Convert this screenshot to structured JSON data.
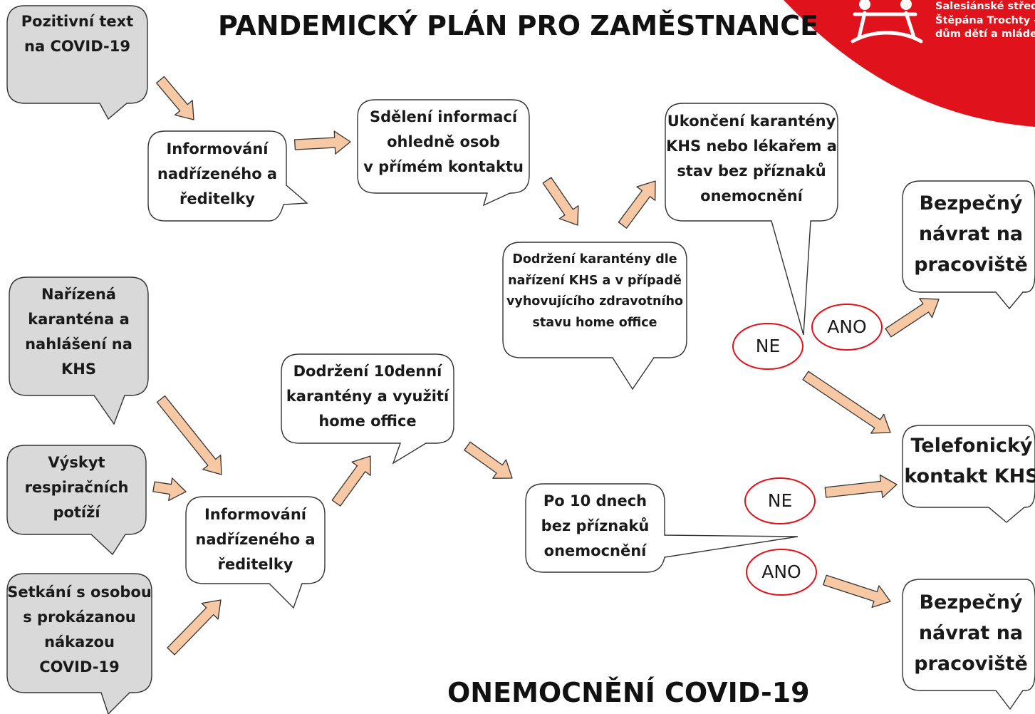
{
  "header": {
    "title": "PANDEMICKÝ PLÁN PRO ZAMĚSTNANCE",
    "logo_lines": [
      "Salesiánské středi",
      "Štěpána Trochty –",
      "dům dětí a mláde"
    ]
  },
  "footer": {
    "title": "ONEMOCNĚNÍ COVID-19"
  },
  "colors": {
    "trigger_fill": "#d9d9d9",
    "arrow_fill": "#f7c8a4",
    "arrow_stroke": "#333333",
    "oval_stroke": "#e0121b",
    "logo_red": "#e0121b"
  },
  "triggers": {
    "positive_test": [
      "Pozitivní text",
      "na COVID-19"
    ],
    "ordered_quarantine": [
      "Nařízená",
      "karanténa a",
      "nahlášení na",
      "KHS"
    ],
    "respiratory": [
      "Výskyt",
      "respiračních",
      "potíží"
    ],
    "contact": [
      "Setkání s osobou",
      "s prokázanou",
      "nákazou",
      "COVID-19"
    ]
  },
  "steps": {
    "inform_top": [
      "Informování",
      "nadřízeného a",
      "ředitelky"
    ],
    "share_contacts": [
      "Sdělení informací",
      "ohledně osob",
      "v přímém kontaktu"
    ],
    "keep_quarantine": [
      "Dodržení karantény dle",
      "nařízení KHS a v případě",
      "vyhovujícího zdravotního",
      "stavu home office"
    ],
    "end_quarantine": [
      "Ukončení karantény",
      "KHS nebo lékařem a",
      "stav bez příznaků",
      "onemocnění"
    ],
    "inform_bottom": [
      "Informování",
      "nadřízeného a",
      "ředitelky"
    ],
    "ten_day": [
      "Dodržení 10denní",
      "karantény a využití",
      "home office"
    ],
    "after_ten_days": [
      "Po 10 dnech",
      "bez příznaků",
      "onemocnění"
    ]
  },
  "outcomes": {
    "safe_return_top": [
      "Bezpečný",
      "návrat na",
      "pracoviště"
    ],
    "phone_khs": [
      "Telefonický",
      "kontakt KHS"
    ],
    "safe_return_bottom": [
      "Bezpečný",
      "návrat na",
      "pracoviště"
    ]
  },
  "decisions": {
    "yes_top": "ANO",
    "no_top": "NE",
    "no_bottom": "NE",
    "yes_bottom": "ANO"
  }
}
